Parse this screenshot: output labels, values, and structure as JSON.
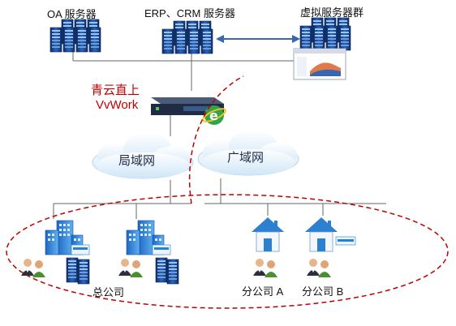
{
  "servers": {
    "oa_label": "OA 服务器",
    "erp_label": "ERP、CRM 服务器",
    "virtual_label": "虚拟服务器群"
  },
  "gateway": {
    "line1": "青云直上",
    "line2": "VvWork"
  },
  "networks": {
    "lan_label": "局域网",
    "wan_label": "广域网"
  },
  "sites": {
    "hq_label": "总公司",
    "branch_a_label": "分公司 A",
    "branch_b_label": "分公司 B"
  },
  "colors": {
    "server_blue": "#1b4f9a",
    "link_line": "#3a66b0",
    "dashed_red": "#c00000",
    "cloud_fill": "#dff0fb",
    "house_blue": "#2d7fd0"
  }
}
